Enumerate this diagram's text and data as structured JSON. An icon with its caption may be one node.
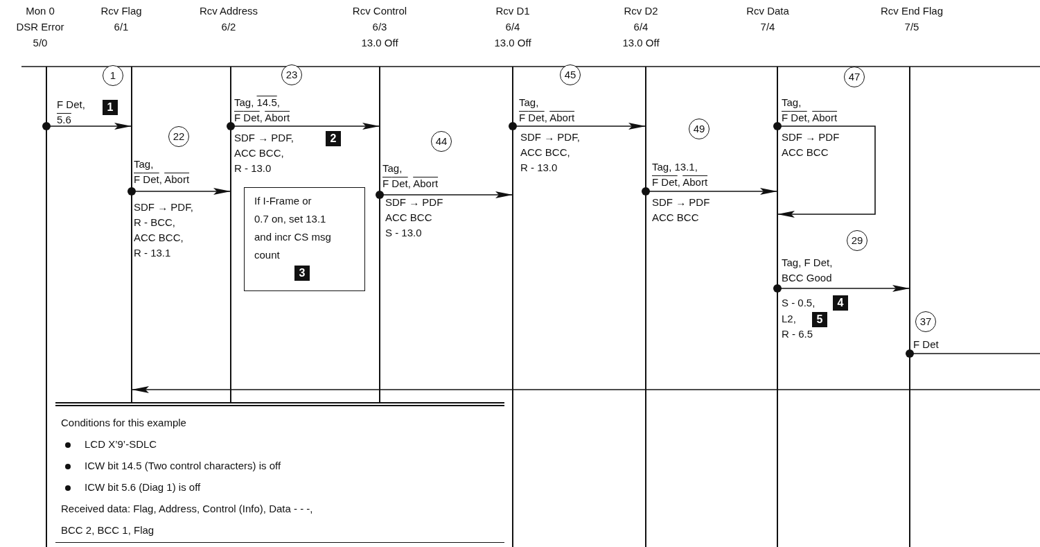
{
  "diagram": {
    "nodes": [
      {
        "text": [
          "Mon 0 DSR Error",
          "5/0"
        ]
      },
      {
        "text": [
          "Rcv Flag",
          "6/1"
        ]
      },
      {
        "text": [
          "Rcv Address",
          "6/2"
        ]
      },
      {
        "text": [
          "Rcv Control",
          "6/3",
          "13.0 Off"
        ]
      },
      {
        "text": [
          "Rcv D1",
          "6/4",
          "13.0 Off"
        ]
      },
      {
        "text": [
          "Rcv D2",
          "6/4",
          "13.0 Off"
        ]
      },
      {
        "text": [
          "Rcv Data",
          "7/4"
        ]
      },
      {
        "text": [
          "Rcv End Flag",
          "7/5"
        ]
      },
      {
        "text": [
          "If I-Frame or 0.7 on, set 13.1 and incr CS msg count",
          "3"
        ]
      },
      {
        "text": [
          "Conditions for this example",
          "LCD X’9’-SDLC",
          "ICW bit 14.5 (Two control characters) is off",
          "ICW bit 5.6 (Diag 1) is off",
          "Received data: Flag, Address, Control (Info), Data - - -, BCC 2, BCC 1, Flag"
        ]
      }
    ],
    "edges": [
      {
        "from": 0,
        "to": 1,
        "arrow": "to",
        "label": "F Det, 5.6"
      },
      {
        "from": 1,
        "to": 2,
        "arrow": "to",
        "label": "Tag, F Det, Abort"
      },
      {
        "from": 2,
        "to": 3,
        "arrow": "to",
        "label": "Tag, 14.5, F Det, Abort"
      },
      {
        "from": 3,
        "to": 4,
        "arrow": "to",
        "label": "Tag, F Det, Abort"
      },
      {
        "from": 4,
        "to": 5,
        "arrow": "to",
        "label": "Tag, F Det, Abort"
      },
      {
        "from": 5,
        "to": 6,
        "arrow": "to",
        "label": "Tag, 13.1, F Det, Abort"
      },
      {
        "from": 6,
        "to": 6,
        "arrow": "to",
        "label": "Tag, F Det, Abort"
      },
      {
        "from": 6,
        "to": 7,
        "arrow": "to",
        "label": "Tag, F Det, BCC Good"
      },
      {
        "from": 7,
        "to": null,
        "arrow": "other",
        "label": "F Det"
      },
      {
        "from": null,
        "to": 1,
        "arrow": "to"
      }
    ],
    "labels": [
      "1",
      "1",
      "23",
      "45",
      "47",
      "22",
      "SDF → PDF,",
      "2",
      "ACC BCC, R - 13.0",
      "44",
      "SDF → PDF, ACC BCC, R - 13.0",
      "49",
      "SDF → PDF ACC BCC",
      "SDF → PDF, R - BCC, ACC BCC, R - 13.1",
      "SDF → PDF ACC BCC S - 13.0",
      "SDF → PDF ACC BCC",
      "29",
      "S - 0.5,",
      "4",
      "L2,",
      "5",
      "R - 6.5",
      "37"
    ]
  }
}
